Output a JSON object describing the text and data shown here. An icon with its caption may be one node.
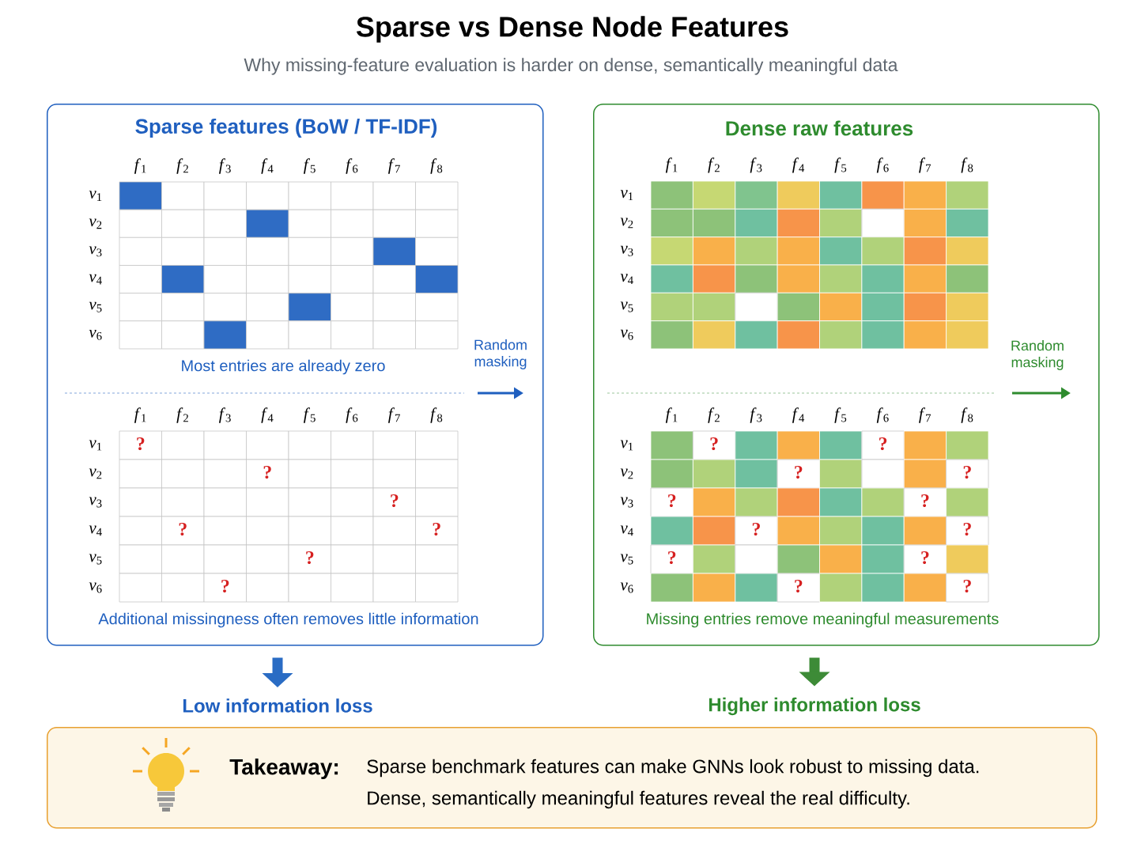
{
  "diagram": {
    "title": "Sparse vs Dense Node Features",
    "caption": "Why missing-feature evaluation is harder on dense, semantically meaningful data",
    "nodes": [
      {
        "text": [
          "Sparse features (BoW / TF-IDF)",
          "Most entries are already zero",
          "Random masking",
          "Additional missingness often removes little information"
        ]
      },
      {
        "text": [
          "Dense raw features",
          "Random masking",
          "Missing entries remove meaningful measurements"
        ]
      },
      {
        "text": [
          "Low information loss"
        ]
      },
      {
        "text": [
          "Higher information loss"
        ]
      },
      {
        "text": [
          "Takeaway:",
          "Sparse benchmark features can make GNNs look robust to missing data.",
          "Dense, semantically meaningful features reveal the real difficulty."
        ]
      }
    ],
    "edges": [
      {
        "from": 0,
        "to": 2,
        "arrow": "to",
        "color": "#2a6cc4"
      },
      {
        "from": 1,
        "to": 3,
        "arrow": "to",
        "color": "#3d8b37"
      }
    ],
    "labels": [
      "*f*$_{1}$",
      "*f*$_{2}$",
      "*f*$_{3}$",
      "*f*$_{4}$",
      "*f*$_{5}$",
      "*f*$_{6}$",
      "*f*$_{7}$",
      "*f*$_{8}$",
      "*v*$_{1}$",
      "*v*$_{2}$",
      "*v*$_{3}$",
      "*v*$_{4}$",
      "*v*$_{5}$",
      "*v*$_{6}$",
      "*f*$_{1}$",
      "*f*$_{2}$",
      "*f*$_{3}$",
      "*f*$_{4}$",
      "*f*$_{5}$",
      "*f*$_{6}$",
      "*f*$_{7}$",
      "*f*$_{8}$",
      "*v*$_{1}$",
      "*v*$_{2}$",
      "*v*$_{3}$",
      "*v*$_{4}$",
      "*v*$_{5}$",
      "*v*$_{6}$",
      "?",
      "?",
      "?",
      "?",
      "?",
      "?",
      "?",
      "*f*$_{1}$",
      "*f*$_{2}$",
      "*f*$_{3}$",
      "*f*$_{4}$",
      "*f*$_{5}$",
      "*f*$_{6}$",
      "*f*$_{7}$",
      "*f*$_{8}$",
      "*v*$_{1}$",
      "*v*$_{2}$",
      "*v*$_{3}$",
      "*v*$_{4}$",
      "*v*$_{5}$",
      "*v*$_{6}$",
      "*f*$_{1}$",
      "*f*$_{2}$",
      "*f*$_{3}$",
      "*f*$_{4}$",
      "*f*$_{5}$",
      "*f*$_{6}$",
      "*f*$_{7}$",
      "*f*$_{8}$",
      "*v*$_{1}$",
      "*v*$_{2}$",
      "*v*$_{3}$",
      "*v*$_{4}$",
      "*v*$_{5}$",
      "*v*$_{6}$",
      "?",
      "?",
      "?",
      "?",
      "?",
      "?",
      "?",
      "?",
      "?",
      "?",
      "?",
      "?"
    ]
  }
}
